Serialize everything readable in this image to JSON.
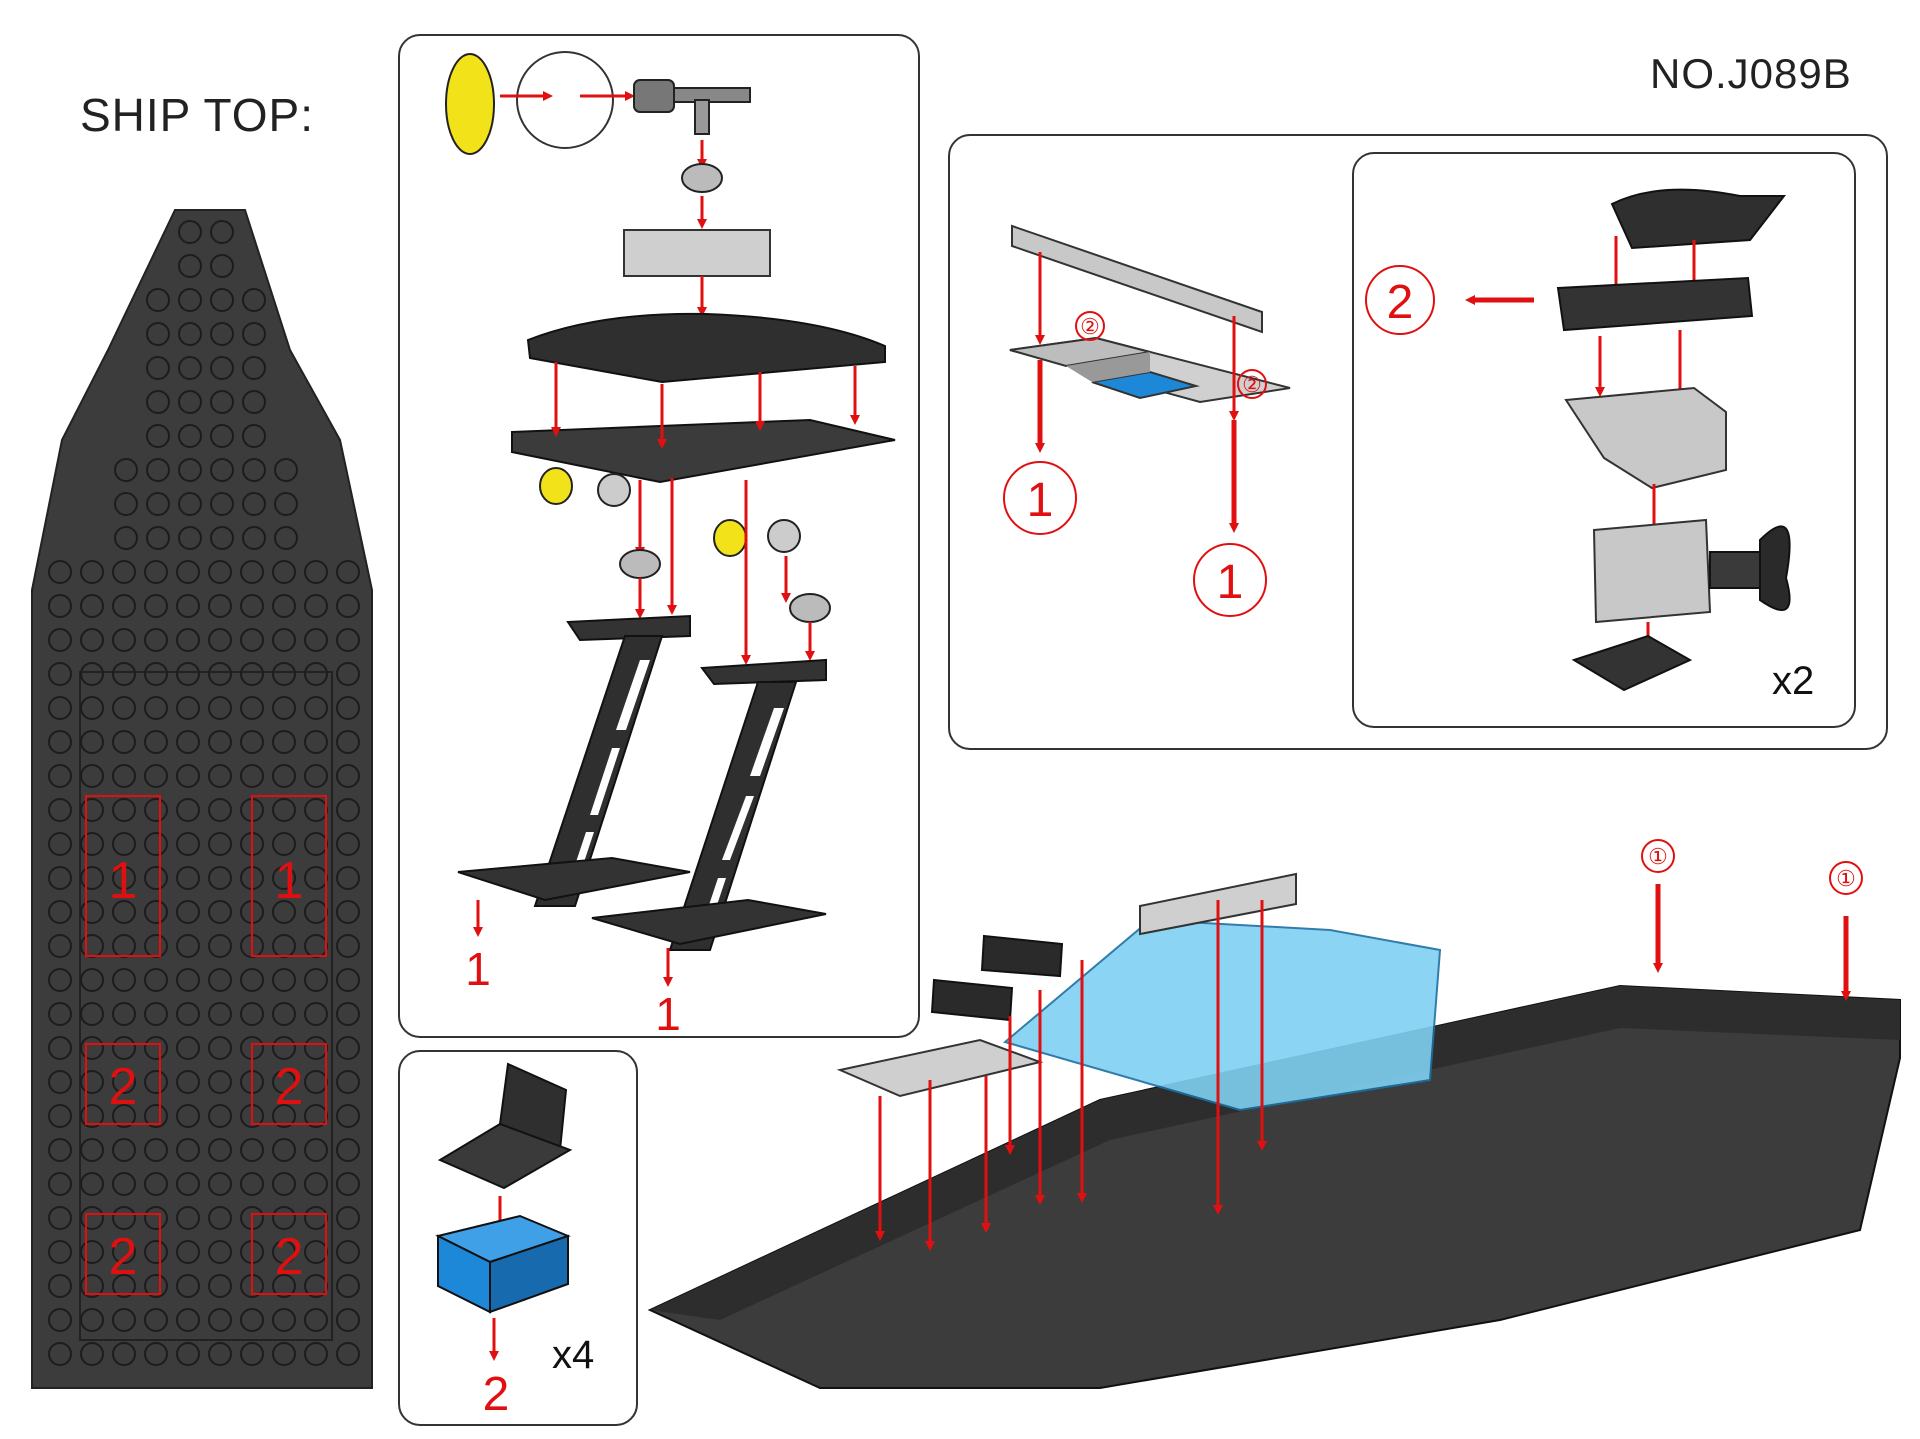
{
  "header": {
    "title": "SHIP TOP:",
    "model_number": "NO.J089B"
  },
  "ship_top_map": {
    "zone_labels": [
      "1",
      "1",
      "2",
      "2",
      "2",
      "2"
    ]
  },
  "mast_panel": {
    "step_labels": [
      "1",
      "1"
    ]
  },
  "seat_panel": {
    "multiplier": "x4",
    "step_label": "2"
  },
  "windshield_panel": {
    "small_circled": [
      "②",
      "②"
    ],
    "step_labels": [
      "1",
      "1"
    ]
  },
  "motor_panel": {
    "step_label": "2",
    "multiplier": "x2"
  },
  "main_assembly": {
    "circled_markers": [
      "①",
      "①"
    ]
  },
  "colors": {
    "arrow": "#e01010",
    "dark_brick": "#3a3a3a",
    "light_gray_brick": "#c8c8c8",
    "blue_brick": "#1e88d8",
    "trans_blue": "#7fd0f2",
    "yellow": "#f2e21a"
  }
}
